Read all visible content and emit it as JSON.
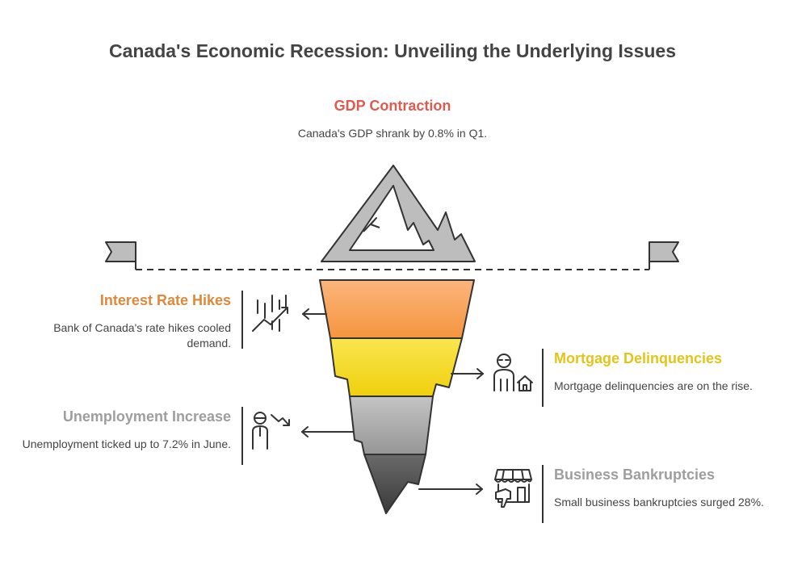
{
  "title": "Canada's Economic Recession: Unveiling the Underlying Issues",
  "top": {
    "title": "GDP Contraction",
    "description": "Canada's GDP shrank by 0.8% in Q1.",
    "color": "#e05a50",
    "icon": "mountain-peak-icon"
  },
  "layers": [
    {
      "title": "Interest Rate Hikes",
      "description": "Bank of Canada's rate hikes cooled demand.",
      "color": "#f39b4e",
      "title_color": "#e0883a",
      "icon": "rising-chart-icon",
      "side": "left"
    },
    {
      "title": "Mortgage Delinquencies",
      "description": "Mortgage delinquencies are on the rise.",
      "color": "#f2d51a",
      "title_color": "#e3c51a",
      "icon": "person-house-icon",
      "side": "right"
    },
    {
      "title": "Unemployment Increase",
      "description": "Unemployment ticked up to 7.2% in June.",
      "color": "#a7a7a7",
      "title_color": "#9e9e9e",
      "icon": "person-down-trend-icon",
      "side": "left"
    },
    {
      "title": "Business Bankruptcies",
      "description": "Small business bankruptcies surged 28%.",
      "color": "#555555",
      "title_color": "#9e9e9e",
      "icon": "store-thumbs-down-icon",
      "side": "right"
    }
  ]
}
